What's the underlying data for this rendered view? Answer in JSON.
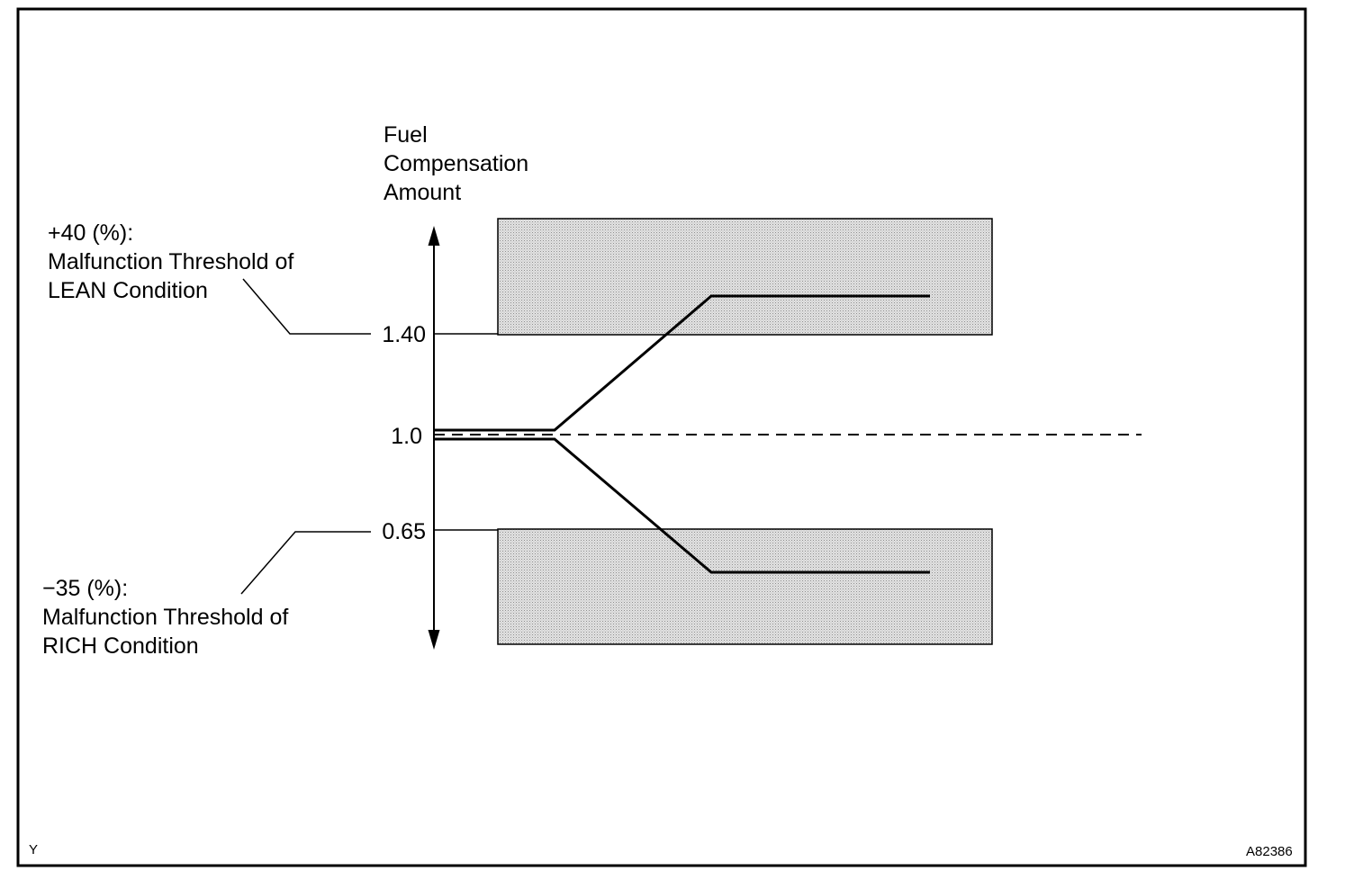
{
  "axis": {
    "title_lines": [
      "Fuel",
      "Compensation",
      "Amount"
    ],
    "ticks": [
      {
        "label": "1.40",
        "value": 1.4
      },
      {
        "label": "1.0",
        "value": 1.0
      },
      {
        "label": "0.65",
        "value": 0.65
      }
    ]
  },
  "lean_threshold": {
    "lines": [
      "+40 (%):",
      "Malfunction Threshold of",
      "LEAN Condition"
    ]
  },
  "rich_threshold": {
    "lines": [
      "−35 (%):",
      "Malfunction Threshold of",
      "RICH Condition"
    ]
  },
  "footer": {
    "left_code": "Y",
    "figure_id": "A82386"
  },
  "colors": {
    "line": "#000000",
    "zone_fill": "#d9d9d9",
    "zone_dot": "#9a9a9a",
    "background": "#ffffff"
  }
}
